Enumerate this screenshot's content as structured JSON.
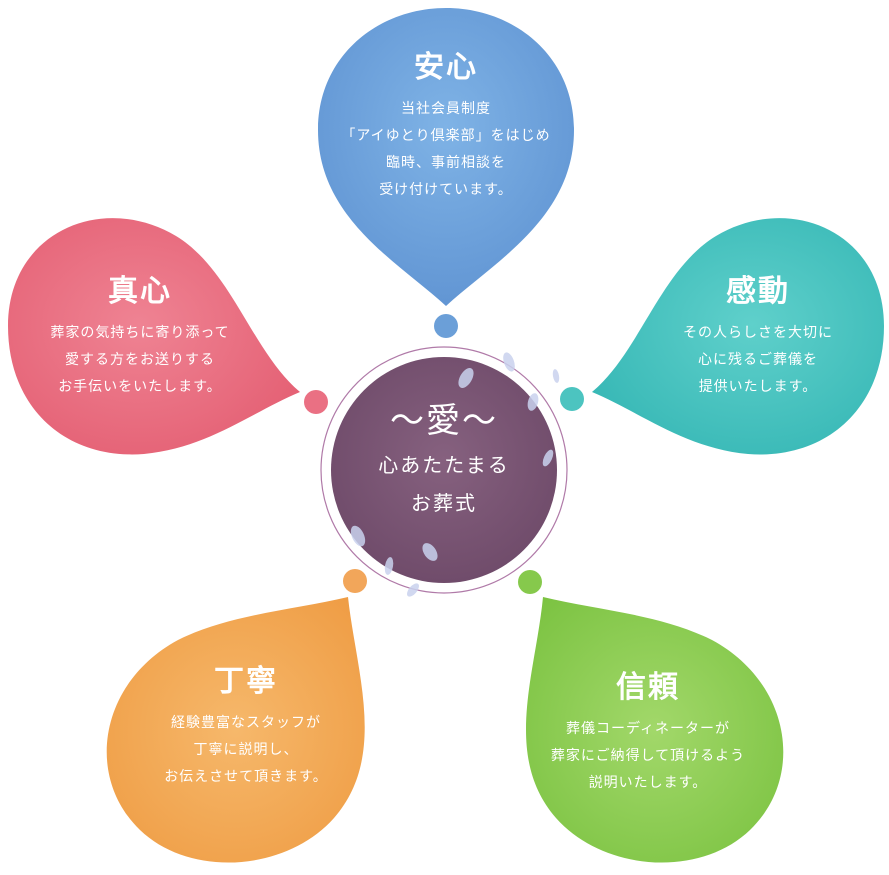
{
  "center": {
    "title": "～愛～",
    "line1": "心あたたまる",
    "line2": "お葬式",
    "color": "#7a5475"
  },
  "petals": [
    {
      "key": "anshin",
      "title": "安心",
      "lines": [
        "当社会員制度",
        "「アイゆとり倶楽部」をはじめ",
        "臨時、事前相談を",
        "受け付けています。"
      ],
      "color": "#6b9fd8",
      "dot_color": "#6b9fd8"
    },
    {
      "key": "kandou",
      "title": "感動",
      "lines": [
        "その人らしさを大切に",
        "心に残るご葬儀を",
        "提供いたします。"
      ],
      "color": "#45c3bf",
      "dot_color": "#4cc4c0"
    },
    {
      "key": "shinrai",
      "title": "信頼",
      "lines": [
        "葬儀コーディネーターが",
        "葬家にご納得して頂けるよう",
        "説明いたします。"
      ],
      "color": "#8fcf52",
      "dot_color": "#86c94c"
    },
    {
      "key": "teinei",
      "title": "丁寧",
      "lines": [
        "経験豊富なスタッフが",
        "丁寧に説明し、",
        "お伝えさせて頂きます。"
      ],
      "color": "#f2a755",
      "dot_color": "#f2a65a"
    },
    {
      "key": "shinshin",
      "title": "真心",
      "lines": [
        "葬家の気持ちに寄り添って",
        "愛する方をお送りする",
        "お手伝いをいたします。"
      ],
      "color": "#ea6f82",
      "dot_color": "#ea7083"
    }
  ]
}
